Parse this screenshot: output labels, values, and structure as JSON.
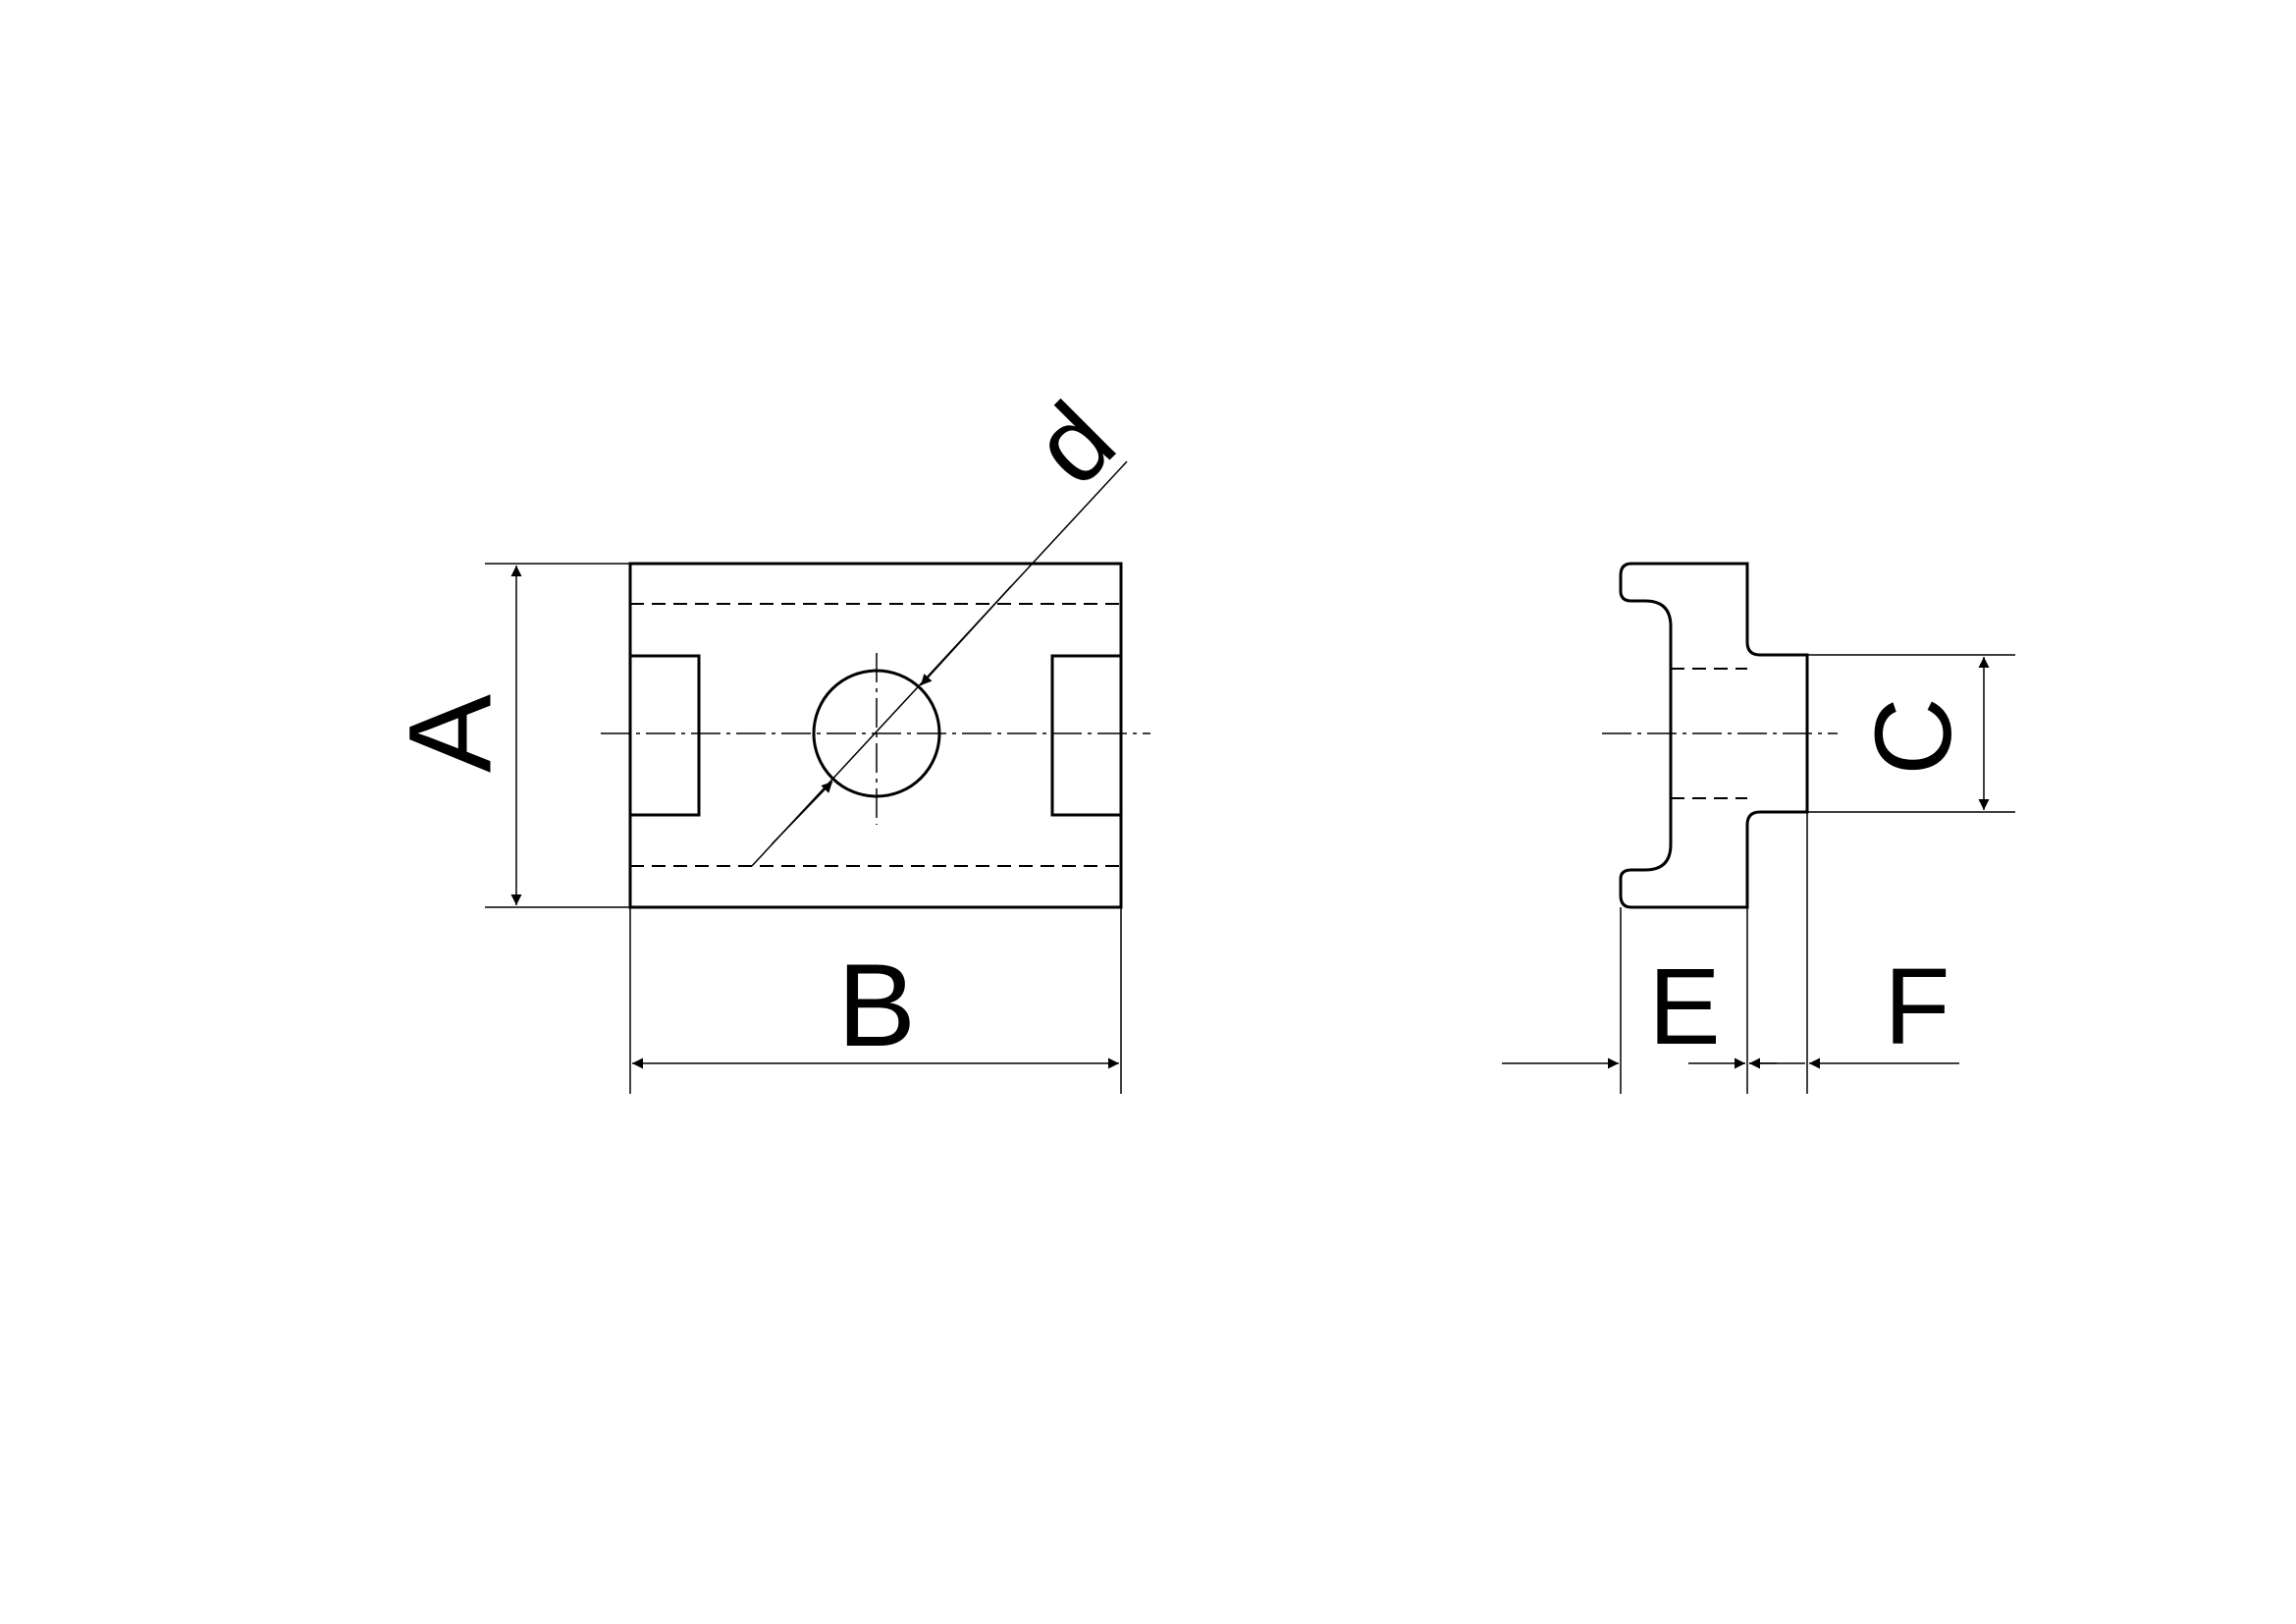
{
  "drawing": {
    "labels": {
      "a": "A",
      "b": "B",
      "c": "C",
      "d": "d",
      "e": "E",
      "f": "F"
    },
    "colors": {
      "line": "#000000",
      "background": "#ffffff"
    }
  }
}
